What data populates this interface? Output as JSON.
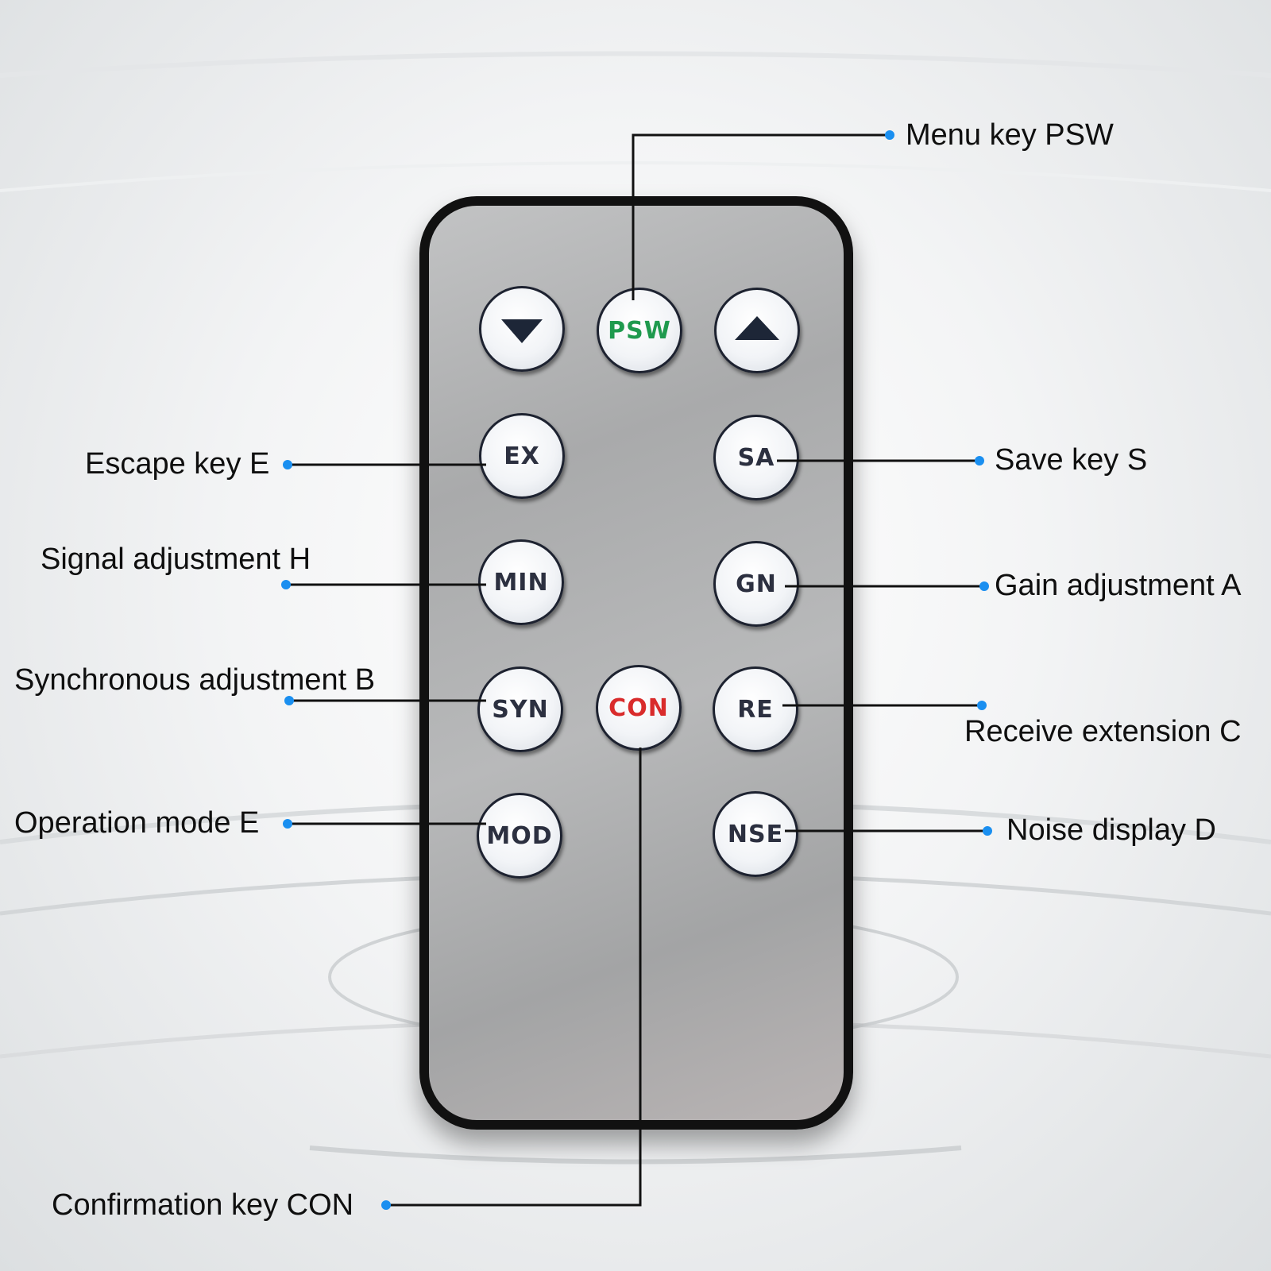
{
  "remote": {
    "buttons": [
      {
        "id": "down",
        "label": "",
        "icon": "triangle-down-icon",
        "color": "#1d2637"
      },
      {
        "id": "psw",
        "label": "PSW",
        "color": "#1f9a4e"
      },
      {
        "id": "up",
        "label": "",
        "icon": "triangle-up-icon",
        "color": "#1d2637"
      },
      {
        "id": "ex",
        "label": "EX",
        "color": "#2c3040"
      },
      {
        "id": "sa",
        "label": "SA",
        "color": "#2c3040"
      },
      {
        "id": "min",
        "label": "MIN",
        "color": "#2c3040"
      },
      {
        "id": "gn",
        "label": "GN",
        "color": "#2c3040"
      },
      {
        "id": "syn",
        "label": "SYN",
        "color": "#2c3040"
      },
      {
        "id": "con",
        "label": "CON",
        "color": "#d92b2b"
      },
      {
        "id": "re",
        "label": "RE",
        "color": "#2c3040"
      },
      {
        "id": "mod",
        "label": "MOD",
        "color": "#2c3040"
      },
      {
        "id": "nse",
        "label": "NSE",
        "color": "#2c3040"
      }
    ]
  },
  "callouts": {
    "menu_key": "Menu key PSW",
    "escape_key": "Escape key E",
    "save_key": "Save key S",
    "signal_adjustment": "Signal adjustment H",
    "gain_adjustment": "Gain adjustment A",
    "synchronous_adjustment": "Synchronous adjustment B",
    "receive_extension": "Receive extension C",
    "operation_mode": "Operation mode E",
    "noise_display": "Noise display D",
    "confirmation_key": "Confirmation key CON"
  },
  "colors": {
    "callout_dot": "#1a8ff0",
    "leader_line": "#111111"
  }
}
